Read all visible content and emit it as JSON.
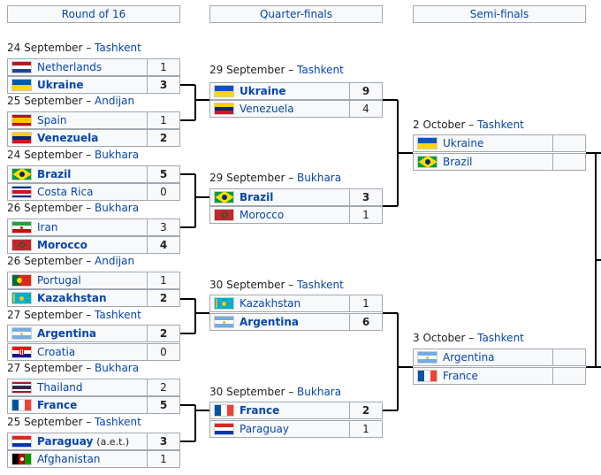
{
  "headers": {
    "r16": "Round of 16",
    "qf": "Quarter-finals",
    "sf": "Semi-finals"
  },
  "r16": [
    {
      "date": "24 September –",
      "city": "Tashkent",
      "t1": {
        "name": "Netherlands",
        "flag": "netherlands",
        "score": "1"
      },
      "t2": {
        "name": "Ukraine",
        "flag": "ukraine",
        "score": "3"
      },
      "winner": 2
    },
    {
      "date": "25 September –",
      "city": "Andijan",
      "t1": {
        "name": "Spain",
        "flag": "spain",
        "score": "1"
      },
      "t2": {
        "name": "Venezuela",
        "flag": "venezuela",
        "score": "2"
      },
      "winner": 2
    },
    {
      "date": "24 September –",
      "city": "Bukhara",
      "t1": {
        "name": "Brazil",
        "flag": "brazil",
        "score": "5"
      },
      "t2": {
        "name": "Costa Rica",
        "flag": "costa-rica",
        "score": "0"
      },
      "winner": 1
    },
    {
      "date": "26 September –",
      "city": "Bukhara",
      "t1": {
        "name": "Iran",
        "flag": "iran",
        "score": "3"
      },
      "t2": {
        "name": "Morocco",
        "flag": "morocco",
        "score": "4"
      },
      "winner": 2
    },
    {
      "date": "26 September –",
      "city": "Andijan",
      "t1": {
        "name": "Portugal",
        "flag": "portugal",
        "score": "1"
      },
      "t2": {
        "name": "Kazakhstan",
        "flag": "kazakhstan",
        "score": "2"
      },
      "winner": 2
    },
    {
      "date": "27 September –",
      "city": "Tashkent",
      "t1": {
        "name": "Argentina",
        "flag": "argentina",
        "score": "2"
      },
      "t2": {
        "name": "Croatia",
        "flag": "croatia",
        "score": "0"
      },
      "winner": 1
    },
    {
      "date": "27 September –",
      "city": "Bukhara",
      "t1": {
        "name": "Thailand",
        "flag": "thailand",
        "score": "2"
      },
      "t2": {
        "name": "France",
        "flag": "france",
        "score": "5"
      },
      "winner": 2
    },
    {
      "date": "25 September –",
      "city": "Tashkent",
      "t1": {
        "name": "Paraguay",
        "flag": "paraguay",
        "score": "3",
        "note": "(a.e.t.)"
      },
      "t2": {
        "name": "Afghanistan",
        "flag": "afghanistan",
        "score": "1"
      },
      "winner": 1
    }
  ],
  "qf": [
    {
      "date": "29 September –",
      "city": "Tashkent",
      "t1": {
        "name": "Ukraine",
        "flag": "ukraine",
        "score": "9"
      },
      "t2": {
        "name": "Venezuela",
        "flag": "venezuela",
        "score": "4"
      },
      "winner": 1
    },
    {
      "date": "29 September –",
      "city": "Bukhara",
      "t1": {
        "name": "Brazil",
        "flag": "brazil",
        "score": "3"
      },
      "t2": {
        "name": "Morocco",
        "flag": "morocco",
        "score": "1"
      },
      "winner": 1
    },
    {
      "date": "30 September –",
      "city": "Tashkent",
      "t1": {
        "name": "Kazakhstan",
        "flag": "kazakhstan",
        "score": "1"
      },
      "t2": {
        "name": "Argentina",
        "flag": "argentina",
        "score": "6"
      },
      "winner": 2
    },
    {
      "date": "30 September –",
      "city": "Bukhara",
      "t1": {
        "name": "France",
        "flag": "france",
        "score": "2"
      },
      "t2": {
        "name": "Paraguay",
        "flag": "paraguay",
        "score": "1"
      },
      "winner": 1
    }
  ],
  "sf": [
    {
      "date": "2 October –",
      "city": "Tashkent",
      "t1": {
        "name": "Ukraine",
        "flag": "ukraine",
        "score": ""
      },
      "t2": {
        "name": "Brazil",
        "flag": "brazil",
        "score": ""
      },
      "winner": 0
    },
    {
      "date": "3 October –",
      "city": "Tashkent",
      "t1": {
        "name": "Argentina",
        "flag": "argentina",
        "score": ""
      },
      "t2": {
        "name": "France",
        "flag": "france",
        "score": ""
      },
      "winner": 0
    }
  ]
}
